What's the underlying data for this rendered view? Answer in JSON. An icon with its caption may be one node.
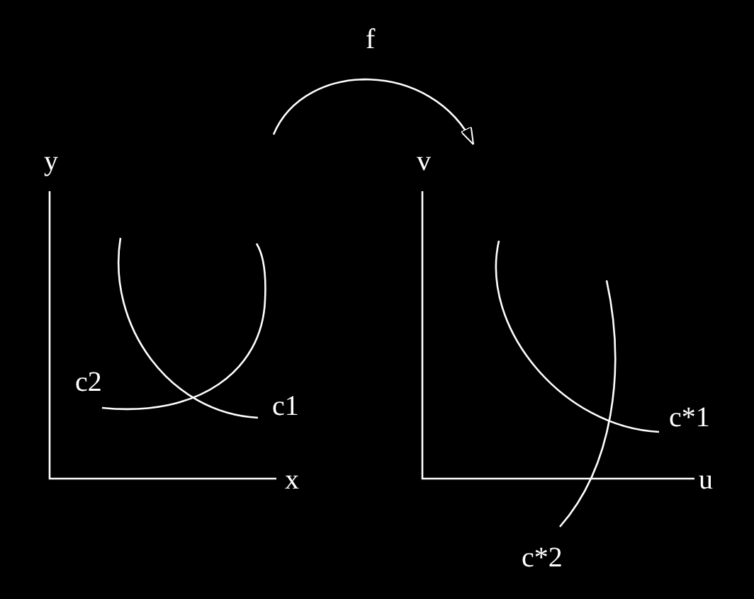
{
  "diagram": {
    "nodes": [
      {
        "text": [],
        "shape": "picture"
      },
      {
        "text": [],
        "shape": "picture"
      }
    ],
    "edges": [
      {
        "from": 0,
        "to": 1,
        "arrow": "to",
        "label": "f"
      }
    ],
    "labels": [
      "y",
      "v",
      "c2",
      "c1",
      "c*1",
      "x",
      "u",
      "c*2"
    ]
  }
}
